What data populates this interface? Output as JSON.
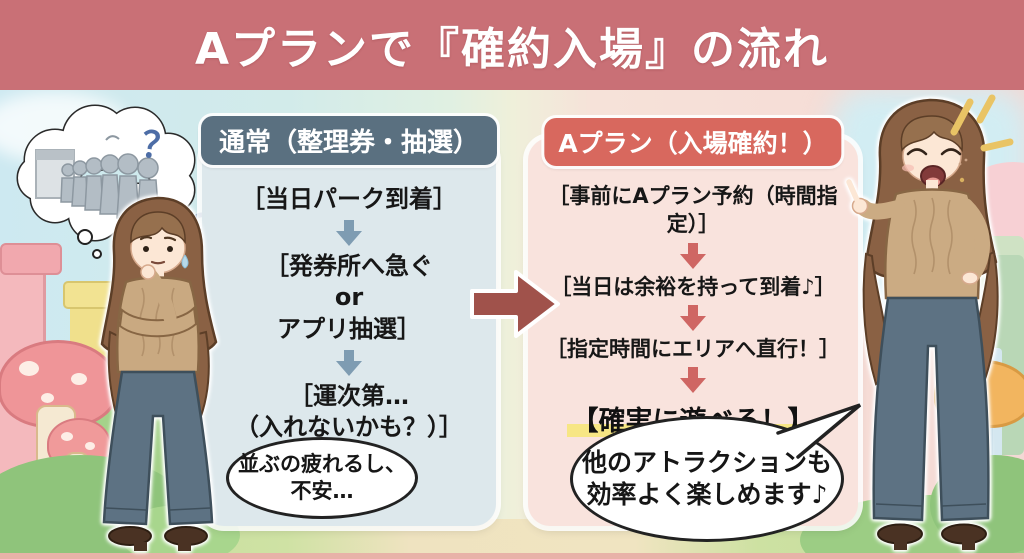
{
  "title": "Aプランで『確約入場』の流れ",
  "left_flow": {
    "header": "通常（整理券・抽選）",
    "step1": "［当日パーク到着］",
    "step2": "［発券所へ急ぐ\nor\nアプリ抽選］",
    "step3": "［運次第…\n（入れないかも？）］",
    "thought_bubble": "並ぶの疲れるし、\n不安…"
  },
  "right_flow": {
    "header": "Aプラン（入場確約！）",
    "step1": "［事前にAプラン予約（時間指定）］",
    "step2": "［当日は余裕を持って到着♪］",
    "step3": "［指定時間にエリアへ直行！］",
    "result": "【確実に遊べる！】",
    "speech_bubble": "他のアトラクションも\n効率よく楽しめます♪"
  },
  "decor": {
    "question_mark_in_cloud": "？",
    "question_mark_left": "？"
  },
  "icons": {
    "center": "big-right-arrow",
    "flow": "down-arrow",
    "sparkle": "sparkle-lines",
    "question": "question-mark"
  },
  "colors": {
    "banner": "#c97076",
    "left_pill": "#5a7080",
    "left_panel": "#dde8ec",
    "left_arrow": "#7e9cb2",
    "right_pill": "#d8685e",
    "right_panel": "#f9e3dd",
    "right_arrow": "#cf6663",
    "center_arrow": "#a0524b",
    "highlight": "#f7e684"
  }
}
